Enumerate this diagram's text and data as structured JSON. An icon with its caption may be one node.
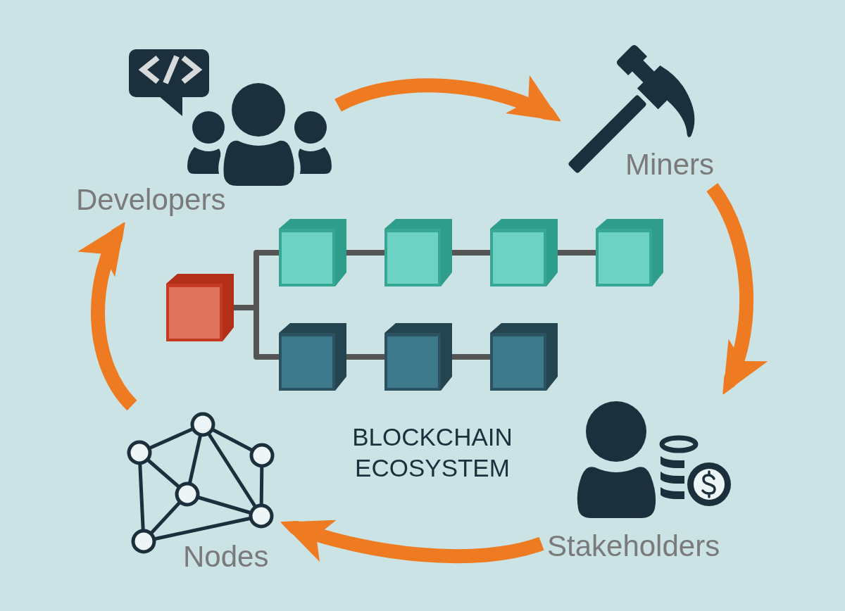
{
  "diagram": {
    "nodes": [
      {
        "text": [
          "Developers"
        ]
      },
      {
        "text": [
          "Miners"
        ]
      },
      {
        "text": [],
        "shape": "cube"
      },
      {
        "text": [],
        "shape": "cube"
      },
      {
        "text": [],
        "shape": "cube"
      },
      {
        "text": [],
        "shape": "cube"
      },
      {
        "text": [],
        "shape": "cube"
      },
      {
        "text": [],
        "shape": "cube"
      },
      {
        "text": [],
        "shape": "cube"
      },
      {
        "text": [],
        "shape": "cube"
      },
      {
        "text": [
          "Stakeholders"
        ]
      },
      {
        "text": [
          "Nodes"
        ]
      }
    ],
    "edges": [
      {
        "from": 0,
        "to": 1,
        "arrow": "to",
        "style": "thick",
        "color": "#ee7b22"
      },
      {
        "from": 1,
        "to": 10,
        "arrow": "to",
        "style": "thick",
        "color": "#ee7b22"
      },
      {
        "from": 10,
        "to": 11,
        "arrow": "to",
        "style": "thick",
        "color": "#ee7b22"
      },
      {
        "from": 11,
        "to": 0,
        "arrow": "to",
        "style": "thick",
        "color": "#ee7b22"
      },
      {
        "from": 6,
        "to": 2,
        "arrow": "none"
      },
      {
        "from": 6,
        "to": 7,
        "arrow": "none"
      },
      {
        "from": 2,
        "to": 3,
        "arrow": "none"
      },
      {
        "from": 3,
        "to": 4,
        "arrow": "none"
      },
      {
        "from": 4,
        "to": 5,
        "arrow": "none"
      },
      {
        "from": 7,
        "to": 8,
        "arrow": "none"
      },
      {
        "from": 8,
        "to": 9,
        "arrow": "none"
      }
    ],
    "labels": [
      "BLOCKCHAIN ECOSYSTEM"
    ]
  }
}
